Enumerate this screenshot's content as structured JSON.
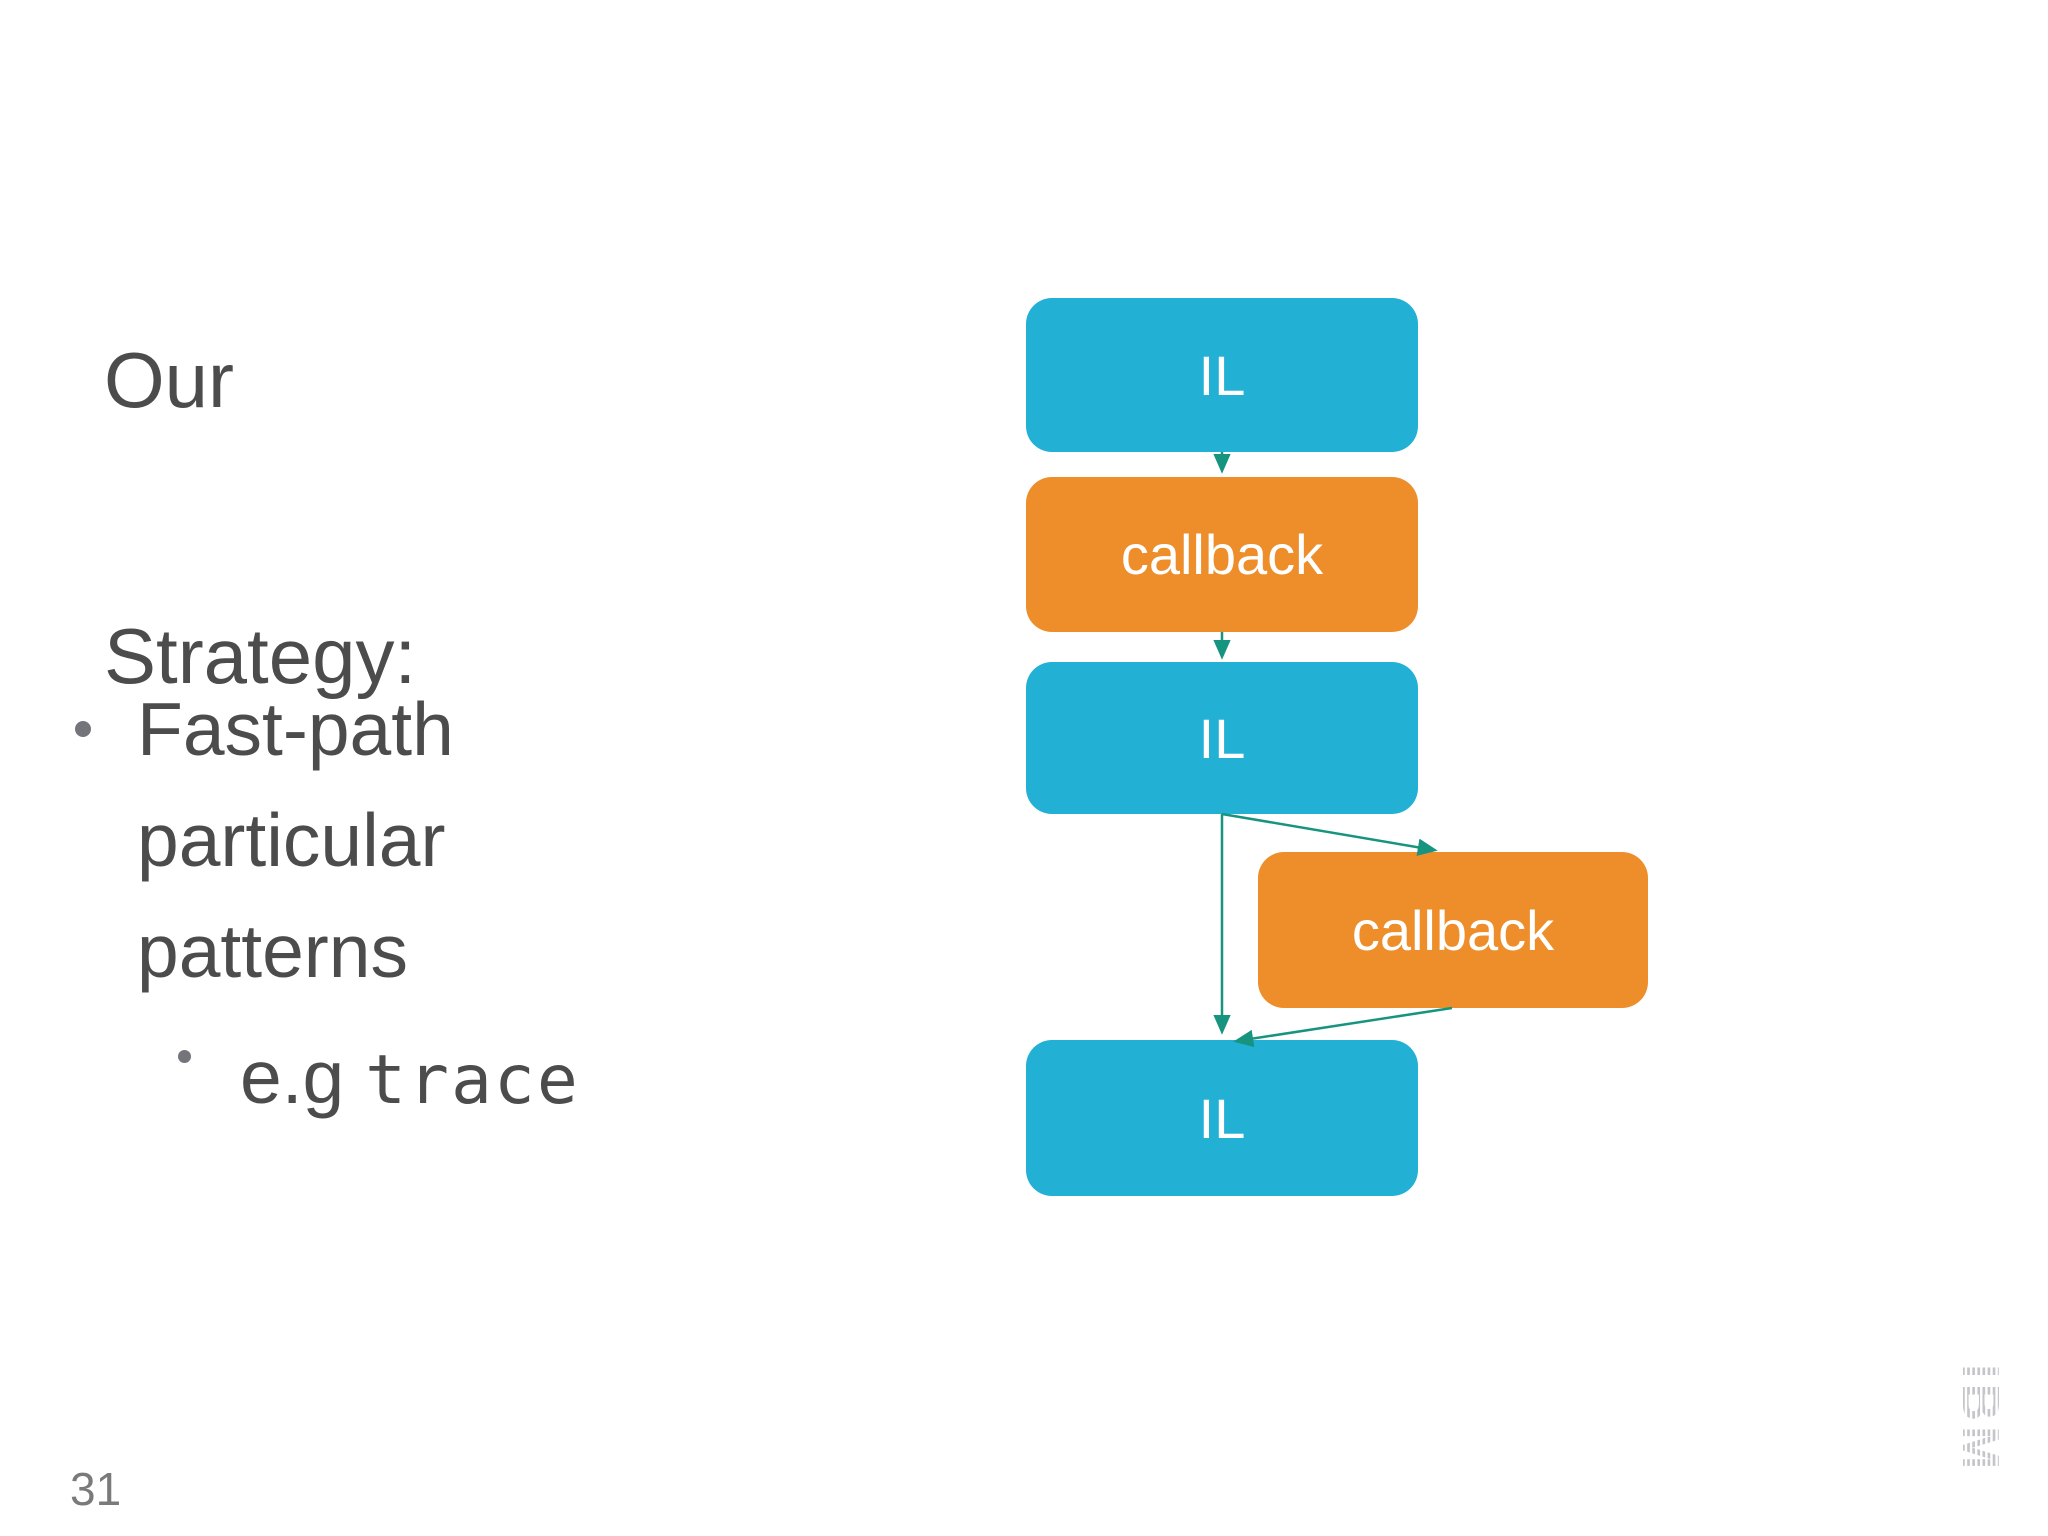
{
  "slide": {
    "title_lines": [
      "Our",
      "Strategy:"
    ],
    "bullets": {
      "main": "Fast-path particular patterns",
      "sub_prefix": "e.g ",
      "sub_code": "trace"
    },
    "page_number": "31",
    "logo": "IBM"
  },
  "diagram": {
    "nodes": [
      {
        "id": "il1",
        "label": "IL",
        "type": "il"
      },
      {
        "id": "cb1",
        "label": "callback",
        "type": "callback"
      },
      {
        "id": "il2",
        "label": "IL",
        "type": "il"
      },
      {
        "id": "cb2",
        "label": "callback",
        "type": "callback"
      },
      {
        "id": "il3",
        "label": "IL",
        "type": "il"
      }
    ],
    "edges": [
      {
        "from": "il1",
        "to": "cb1"
      },
      {
        "from": "cb1",
        "to": "il2"
      },
      {
        "from": "il2",
        "to": "il3"
      },
      {
        "from": "il2",
        "to": "cb2"
      },
      {
        "from": "cb2",
        "to": "il3"
      }
    ],
    "colors": {
      "il_fill": "#22b1d5",
      "callback_fill": "#ed8e2b",
      "arrow": "#17947f",
      "label_text": "#ffffff"
    }
  },
  "colors": {
    "background": "#ffffff",
    "body_text": "#4c4c4c",
    "bullet_dot": "#74757a",
    "page_number_text": "#7a7a7a",
    "logo_gray": "#c5c5c9"
  }
}
